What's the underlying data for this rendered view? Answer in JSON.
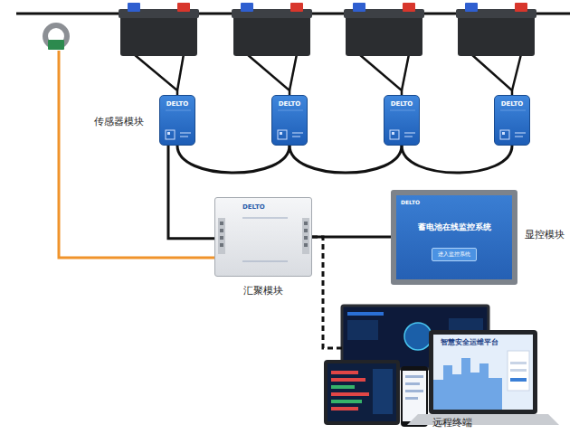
{
  "diagram": {
    "nodes": [
      {
        "text": [
          "DELTO"
        ]
      },
      {
        "text": [
          "DELTO"
        ]
      },
      {
        "text": [
          "DELTO"
        ]
      },
      {
        "text": [
          "DELTO"
        ]
      },
      {
        "text": [
          "DELTO",
          "汇聚模块"
        ]
      },
      {
        "text": [
          "DELTO",
          "蓄电池在线监控系统",
          "显控模块"
        ]
      },
      {
        "text": [
          "进入监控系统"
        ],
        "in": 5
      },
      {
        "text": [
          "远程终端"
        ]
      }
    ],
    "edges": [
      {
        "from": 0,
        "to": 1,
        "arrow": "none"
      },
      {
        "from": 1,
        "to": 2,
        "arrow": "none"
      },
      {
        "from": 2,
        "to": 3,
        "arrow": "none"
      },
      {
        "from": 0,
        "to": 4,
        "arrow": "none"
      },
      {
        "from": 4,
        "to": 5,
        "arrow": "none"
      },
      {
        "from": 4,
        "to": 7,
        "arrow": "none"
      }
    ],
    "labels": [
      "传感器模块",
      "智慧安全运维平台"
    ]
  }
}
